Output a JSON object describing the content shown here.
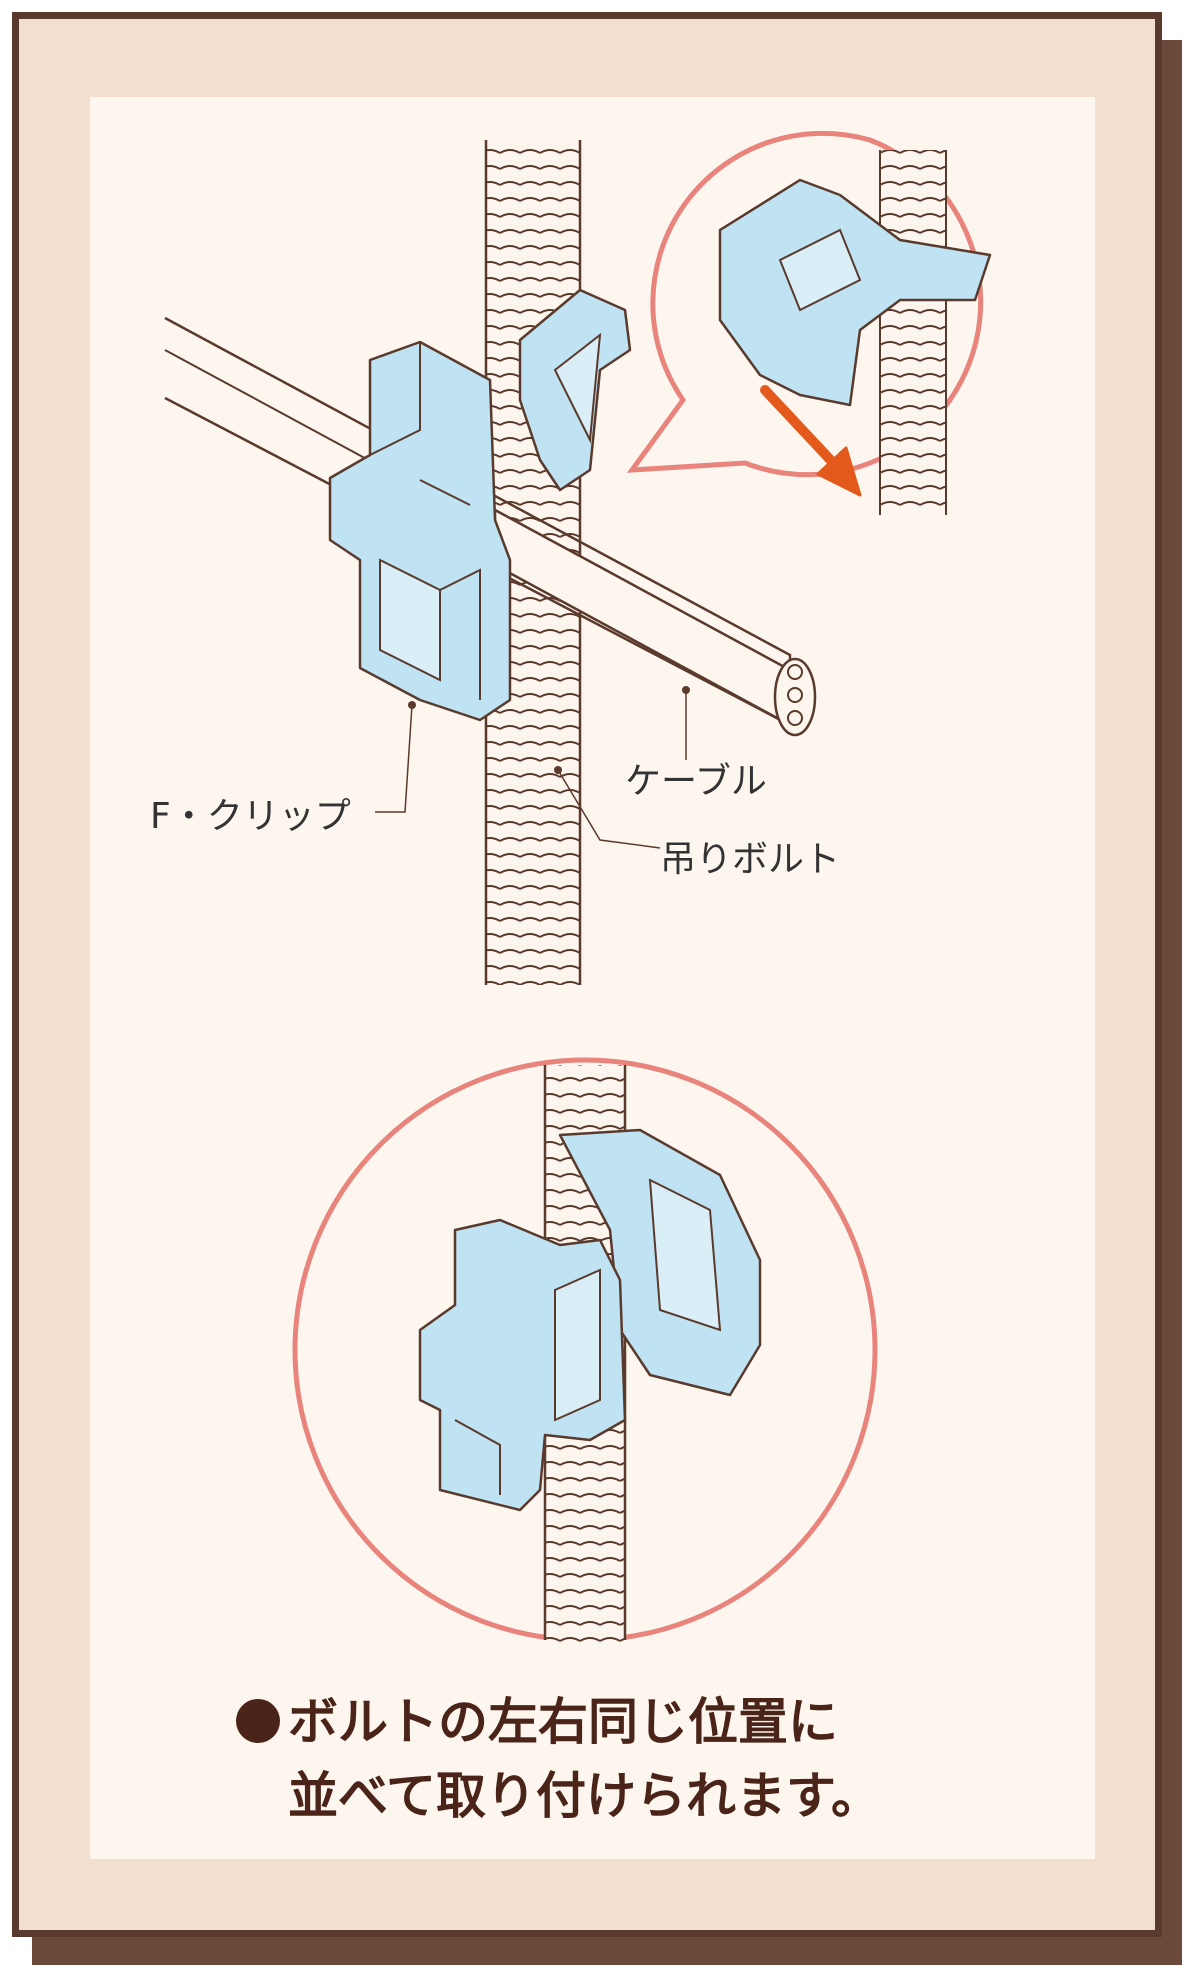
{
  "labels": {
    "clip": "F・クリップ",
    "cable": "ケーブル",
    "bolt": "吊りボルト"
  },
  "caption": {
    "line1": "ボルトの左右同じ位置に",
    "line2": "並べて取り付けられます。"
  },
  "colors": {
    "frame_border": "#5a3a2c",
    "frame_fill": "#f2dfce",
    "panel": "#fdf6ef",
    "clip_blue": "#bfe3f2",
    "circle": "#e8847c",
    "arrow": "#e45a1c",
    "text_dark": "#4a2418"
  },
  "icons": {
    "arrow": "down-right-arrow-icon",
    "bullet": "filled-circle-icon"
  }
}
